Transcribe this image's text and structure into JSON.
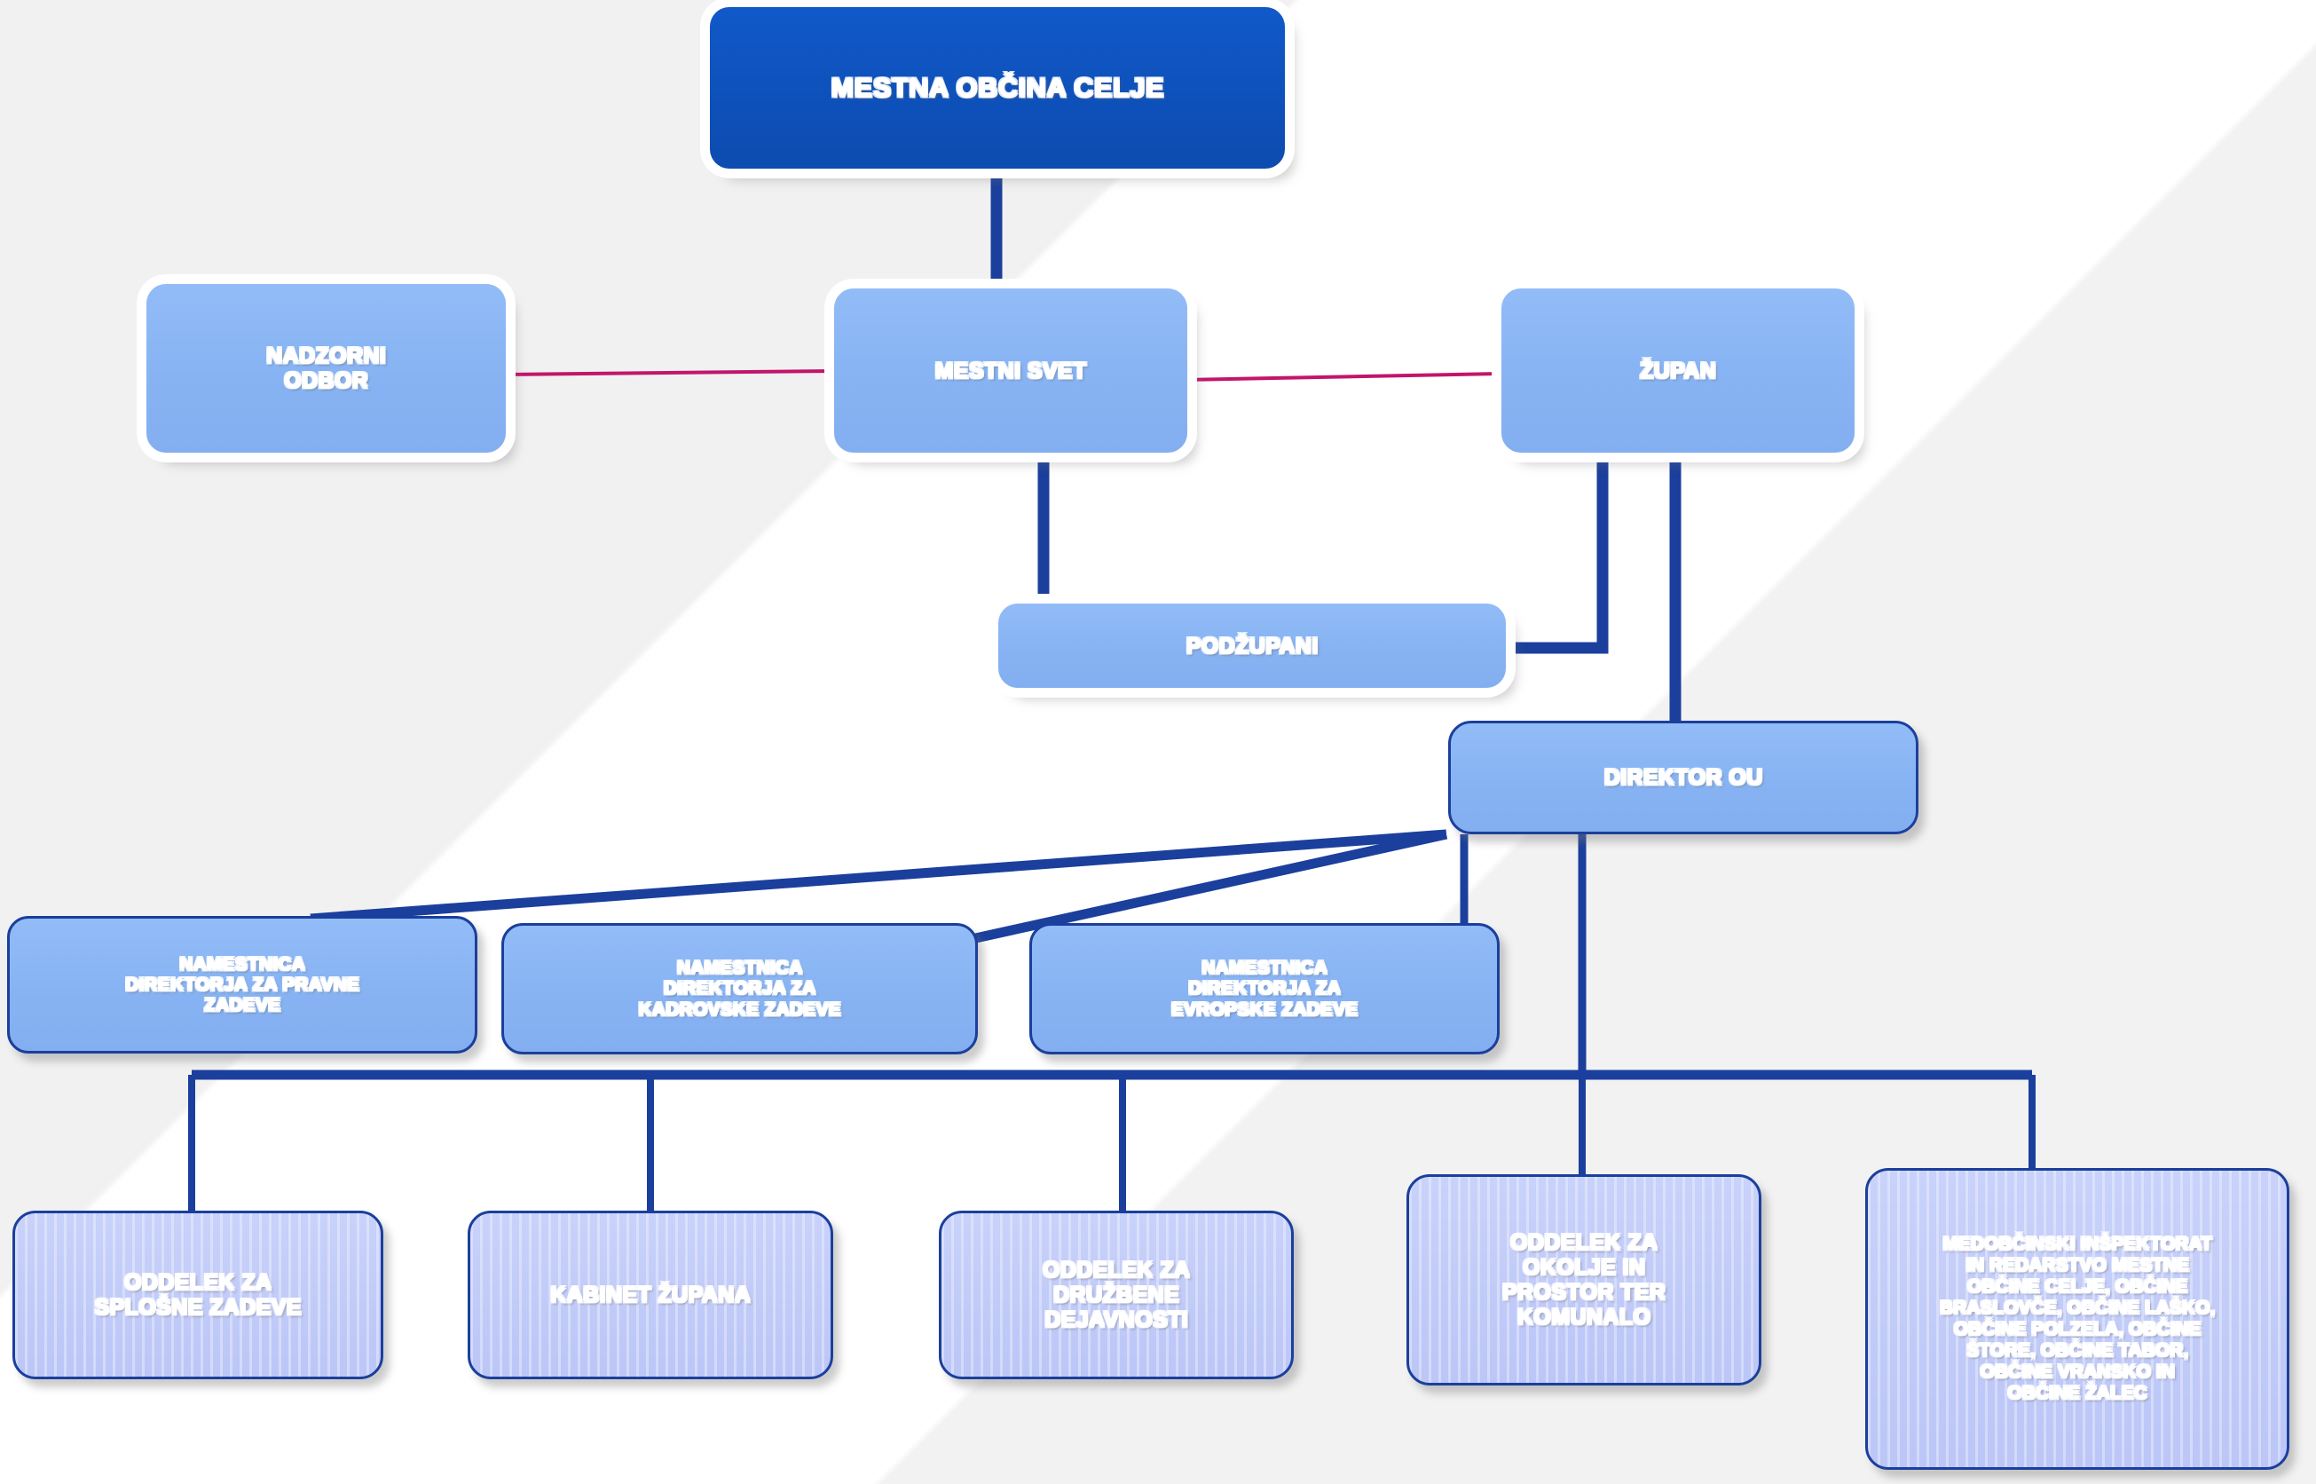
{
  "chart_data": {
    "type": "diagram",
    "title": "Organigram Mestne občine Celje",
    "diagram_kind": "organizational-chart",
    "nodes": [
      {
        "id": "root",
        "label": "MESTNA OBČINA CELJE",
        "level": 0,
        "style": "root"
      },
      {
        "id": "nadzorni",
        "label": "NADZORNI ODBOR",
        "level": 1,
        "style": "light"
      },
      {
        "id": "svet",
        "label": "MESTNI SVET",
        "level": 1,
        "style": "light"
      },
      {
        "id": "zupan",
        "label": "ŽUPAN",
        "level": 1,
        "style": "light"
      },
      {
        "id": "podzupani",
        "label": "PODŽUPANI",
        "level": 2,
        "style": "light"
      },
      {
        "id": "direktor",
        "label": "DIREKTOR OU",
        "level": 3,
        "style": "light-bordered"
      },
      {
        "id": "nam_pravne",
        "label": "NAMESTNICA DIREKTORJA ZA PRAVNE ZADEVE",
        "level": 4,
        "style": "light-bordered"
      },
      {
        "id": "nam_kadrovske",
        "label": "NAMESTNICA DIREKTORJA ZA KADROVSKE ZADEVE",
        "level": 4,
        "style": "light-bordered"
      },
      {
        "id": "nam_evropske",
        "label": "NAMESTNICA DIREKTORJA ZA EVROPSKE ZADEVE",
        "level": 4,
        "style": "light-bordered"
      },
      {
        "id": "odd_splosne",
        "label": "ODDELEK ZA SPLOŠNE ZADEVE",
        "level": 5,
        "style": "dept"
      },
      {
        "id": "kabinet",
        "label": "KABINET ŽUPANA",
        "level": 5,
        "style": "dept"
      },
      {
        "id": "odd_druzbene",
        "label": "ODDELEK ZA DRUŽBENE DEJAVNOSTI",
        "level": 5,
        "style": "dept"
      },
      {
        "id": "odd_okolje",
        "label": "ODDELEK ZA OKOLJE IN PROSTOR TER KOMUNALO",
        "level": 5,
        "style": "dept"
      },
      {
        "id": "inspektorat",
        "label": "MEDOBČINSKI INŠPEKTORAT IN REDARSTVO MESTNE OBČINE CELJE, OBČINE BRASLOVČE, OBČINE LAŠKO, OBČINE POLZELA, OBČINE ŠTORE, OBČINE TABOR, OBČINE VRANSKO IN OBČINE ŽALEC",
        "level": 5,
        "style": "dept"
      }
    ],
    "edges": [
      {
        "from": "root",
        "to": "svet",
        "style": "navy-thick"
      },
      {
        "from": "nadzorni",
        "to": "svet",
        "style": "crimson-thin"
      },
      {
        "from": "svet",
        "to": "zupan",
        "style": "crimson-thin"
      },
      {
        "from": "svet",
        "to": "podzupani",
        "style": "navy-thick"
      },
      {
        "from": "zupan",
        "to": "podzupani",
        "style": "navy-thick"
      },
      {
        "from": "zupan",
        "to": "direktor",
        "style": "navy-thick"
      },
      {
        "from": "direktor",
        "to": "nam_pravne",
        "style": "navy-diagonal"
      },
      {
        "from": "direktor",
        "to": "nam_kadrovske",
        "style": "navy-diagonal"
      },
      {
        "from": "direktor",
        "to": "nam_evropske",
        "style": "navy-thick"
      },
      {
        "from": "direktor",
        "to": "odd_splosne",
        "style": "navy-bus"
      },
      {
        "from": "direktor",
        "to": "kabinet",
        "style": "navy-bus"
      },
      {
        "from": "direktor",
        "to": "odd_druzbene",
        "style": "navy-bus"
      },
      {
        "from": "direktor",
        "to": "odd_okolje",
        "style": "navy-bus"
      },
      {
        "from": "direktor",
        "to": "inspektorat",
        "style": "navy-bus"
      }
    ]
  },
  "colors": {
    "root_fill": "#0e51bb",
    "light_fill": "#87b3f3",
    "dept_fill": "#c1cbf8",
    "connector_navy": "#1b3f9c",
    "connector_crimson": "#c2156b",
    "text": "#ffffff",
    "background": "#ffffff",
    "background_band": "#f1f1f1"
  },
  "root": {
    "label": "MESTNA OBČINA CELJE"
  },
  "level1": {
    "nadzorni": {
      "line1": "NADZORNI",
      "line2": "ODBOR"
    },
    "svet": {
      "label": "MESTNI SVET"
    },
    "zupan": {
      "label": "ŽUPAN"
    }
  },
  "level2": {
    "podzupani": {
      "label": "PODŽUPANI"
    }
  },
  "level3": {
    "direktor": {
      "label": "DIREKTOR OU"
    }
  },
  "namestnice": {
    "pravne": {
      "line1": "NAMESTNICA",
      "line2": "DIREKTORJA ZA PRAVNE",
      "line3": "ZADEVE"
    },
    "kadrovske": {
      "line1": "NAMESTNICA",
      "line2": "DIREKTORJA ZA",
      "line3": "KADROVSKE ZADEVE"
    },
    "evropske": {
      "line1": "NAMESTNICA",
      "line2": "DIREKTORJA ZA",
      "line3": "EVROPSKE ZADEVE"
    }
  },
  "oddelki": {
    "splosne": {
      "line1": "ODDELEK ZA",
      "line2": "SPLOŠNE ZADEVE"
    },
    "kabinet": {
      "line1": "KABINET ŽUPANA"
    },
    "druzbene": {
      "line1": "ODDELEK ZA",
      "line2": "DRUŽBENE",
      "line3": "DEJAVNOSTI"
    },
    "okolje": {
      "line1": "ODDELEK ZA",
      "line2": "OKOLJE IN",
      "line3": "PROSTOR TER",
      "line4": "KOMUNALO"
    },
    "inspektorat": {
      "line1": "MEDOBČINSKI INŠPEKTORAT",
      "line2": "IN REDARSTVO MESTNE",
      "line3": "OBČINE CELJE, OBČINE",
      "line4": "BRASLOVČE, OBČINE LAŠKO,",
      "line5": "OBČINE POLZELA, OBČINE",
      "line6": "ŠTORE, OBČINE TABOR,",
      "line7": "OBČINE VRANSKO IN",
      "line8": "OBČINE ŽALEC"
    }
  }
}
